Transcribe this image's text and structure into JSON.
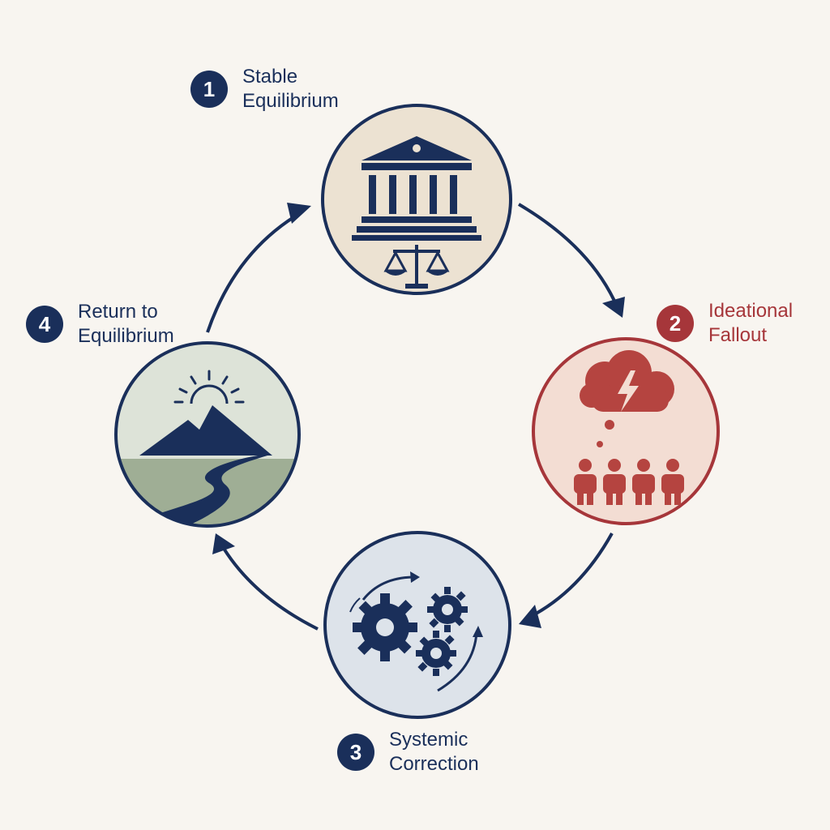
{
  "colors": {
    "background": "#f8f5f0",
    "navy": "#1a2f5a",
    "red": "#a6363a",
    "stage1_fill": "#ece2d2",
    "stage2_fill": "#f3ddd3",
    "stage3_fill": "#dde3ea",
    "stage4_sky": "#dde3d8",
    "stage4_ground": "#9fae95"
  },
  "stages": [
    {
      "number": "1",
      "title": "Stable\nEquilibrium",
      "icon": "government-building-scales-icon",
      "accent": "#1a2f5a"
    },
    {
      "number": "2",
      "title": "Ideational\nFallout",
      "icon": "storm-cloud-people-icon",
      "accent": "#a6363a"
    },
    {
      "number": "3",
      "title": "Systemic\nCorrection",
      "icon": "gears-cycle-icon",
      "accent": "#1a2f5a"
    },
    {
      "number": "4",
      "title": "Return to\nEquilibrium",
      "icon": "mountain-sunrise-path-icon",
      "accent": "#1a2f5a"
    }
  ]
}
